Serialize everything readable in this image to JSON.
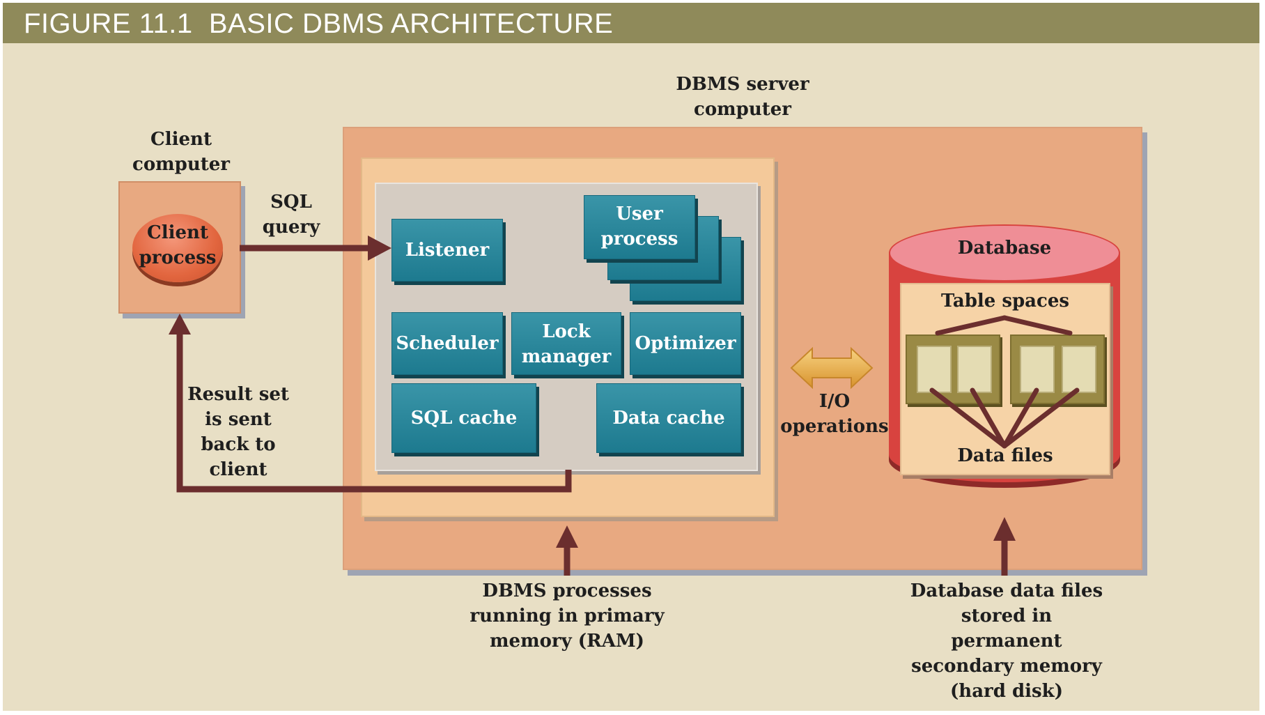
{
  "figure": {
    "title": "FIGURE 11.1  BASIC DBMS ARCHITECTURE"
  },
  "client": {
    "heading": "Client\ncomputer",
    "process": "Client\nprocess"
  },
  "flows": {
    "sql_query": "SQL\nquery",
    "result_set": "Result set\nis sent\nback to\nclient",
    "io_operations": "I/O\noperations"
  },
  "server": {
    "heading": "DBMS server\ncomputer",
    "processes": {
      "listener": "Listener",
      "user_process": "User\nprocess",
      "scheduler": "Scheduler",
      "lock_manager": "Lock\nmanager",
      "optimizer": "Optimizer",
      "sql_cache": "SQL cache",
      "data_cache": "Data cache"
    }
  },
  "database": {
    "heading": "Database",
    "table_spaces": "Table spaces",
    "data_files": "Data files"
  },
  "captions": {
    "memory": "DBMS processes\nrunning in primary\nmemory (RAM)",
    "disk": "Database data files\nstored in permanent\nsecondary memory\n(hard disk)"
  },
  "colors": {
    "title_bar": "#8f8a5a",
    "background": "#e8dfc5",
    "server": "#e8a981",
    "ram": "#f4c99a",
    "process_box": "#1d7a8f",
    "arrow": "#6b2e2e",
    "database": "#d8433f"
  }
}
